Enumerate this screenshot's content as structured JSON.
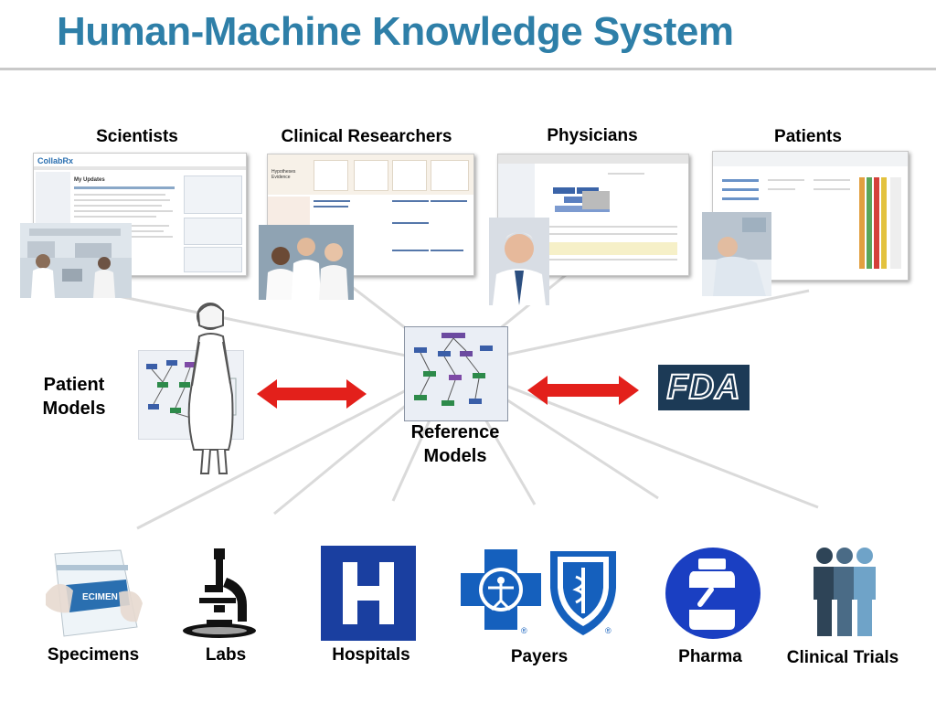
{
  "title": "Human-Machine Knowledge System",
  "groups": {
    "scientists": "Scientists",
    "clinical_researchers": "Clinical Researchers",
    "physicians": "Physicians",
    "patients": "Patients"
  },
  "center": {
    "patient_models": "Patient Models",
    "reference_models": "Reference Models",
    "fda": "FDA"
  },
  "sources": {
    "specimens": "Specimens",
    "labs": "Labs",
    "hospitals": "Hospitals",
    "payers": "Payers",
    "pharma": "Pharma",
    "clinical_trials": "Clinical Trials"
  },
  "screens": {
    "collab_logo": "CollabRx",
    "my_updates": "My Updates",
    "hypotheses": "Hypotheses Evidence"
  },
  "colors": {
    "title": "#2E7FA8",
    "arrow": "#E3201B",
    "fda_bg": "#1C3A56",
    "hospital": "#1A3FA0",
    "payers": "#1560BD",
    "pharma": "#1A3FC2"
  }
}
